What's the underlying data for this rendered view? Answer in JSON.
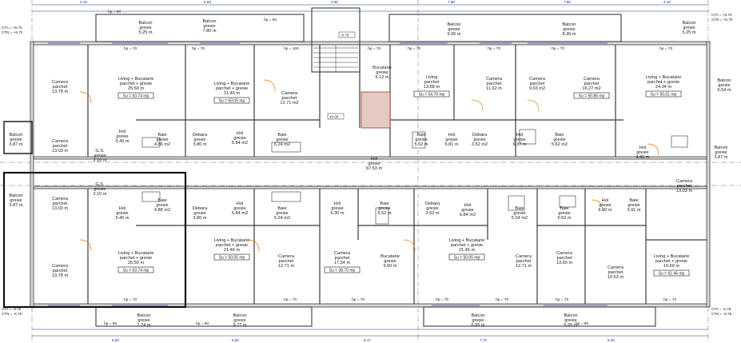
{
  "plan": {
    "cta_labels": [
      {
        "text": "CTA = +6.70",
        "id": "cta-tl-1"
      },
      {
        "text": "CTN = +6.70",
        "id": "cta-tl-2"
      },
      {
        "text": "CTA = +6.70",
        "id": "cta-tr-1"
      },
      {
        "text": "CTN = +6.70",
        "id": "cta-tr-2"
      },
      {
        "text": "CTA = -6.78",
        "id": "cta-bl-1"
      },
      {
        "text": "CTN = -6.78",
        "id": "cta-bl-2"
      },
      {
        "text": "CTA = -6.78",
        "id": "cta-br-1"
      },
      {
        "text": "CTN = -6.78",
        "id": "cta-br-2"
      }
    ],
    "elevation_marks": [
      "-0.70",
      "±0.00"
    ],
    "top_dims": [
      "4.10",
      "5.60",
      "3.60",
      "7.80",
      "7.60",
      "4.10"
    ],
    "bottom_dims": [
      "5.60",
      "6.60",
      "6.17",
      "7.76",
      "5.40"
    ],
    "rooms": [
      {
        "id": "balcon-top-1",
        "lines": [
          "Balcon",
          "gresie",
          "5.25 m"
        ]
      },
      {
        "id": "balcon-top-2",
        "lines": [
          "Balcon",
          "gresie",
          "7.80 m"
        ]
      },
      {
        "id": "balcon-top-3",
        "lines": [
          "Balcon",
          "gresie",
          "9.95 m"
        ]
      },
      {
        "id": "balcon-top-4",
        "lines": [
          "Balcon",
          "gresie",
          "8.36 m"
        ]
      },
      {
        "id": "balcon-top-5",
        "lines": [
          "Balcon",
          "gresie",
          "5.25 m"
        ]
      },
      {
        "id": "camera-tl",
        "lines": [
          "Camera",
          "parchet",
          "13.78 m"
        ]
      },
      {
        "id": "living-tl",
        "lines": [
          "Living + Bucatarie",
          "parchet + gresie",
          "25.50 m"
        ],
        "su": "Su = 63.74 mp"
      },
      {
        "id": "living-t2",
        "lines": [
          "Living + Bucatarie",
          "parchet + gresie",
          "21.46 m"
        ],
        "su": "Su = 50.05 mp"
      },
      {
        "id": "camera-t2",
        "lines": [
          "Camera",
          "parchet",
          "12.71 m2"
        ]
      },
      {
        "id": "bucatarie-t",
        "lines": [
          "Bucatarie",
          "gresie",
          "5.12 m"
        ]
      },
      {
        "id": "living-t3",
        "lines": [
          "Living",
          "parchet",
          "13.68 m"
        ],
        "su": "Su = 54.70 mp"
      },
      {
        "id": "camera-t3",
        "lines": [
          "Camera",
          "parchet",
          "11.62 m"
        ]
      },
      {
        "id": "camera-t4",
        "lines": [
          "Camera",
          "parchet",
          "9.03 m2"
        ]
      },
      {
        "id": "camera-t5",
        "lines": [
          "Camera",
          "parchet",
          "16.27 m2"
        ],
        "su": "Su = 50.86 mp"
      },
      {
        "id": "living-tr",
        "lines": [
          "Living + Bucatarie",
          "parchet + gresie",
          "24.34 m"
        ],
        "su": "Su = 50.01 mp"
      },
      {
        "id": "balcon-tr",
        "lines": [
          "Balcon",
          "gresie",
          "6.54 m"
        ]
      },
      {
        "id": "camera-l",
        "lines": [
          "Camera",
          "parchet",
          "13.03 m"
        ]
      },
      {
        "id": "balcon-l",
        "lines": [
          "Balcon",
          "gresie",
          "3.87 m"
        ]
      },
      {
        "id": "hol-t1",
        "lines": [
          "Hol",
          "gresie",
          "5.45 m"
        ]
      },
      {
        "id": "gs-t",
        "lines": [
          "G.S.",
          "gresie",
          "2.10 m"
        ]
      },
      {
        "id": "baie-t1",
        "lines": [
          "Baie",
          "gresie",
          "4.86 m2"
        ]
      },
      {
        "id": "debara-t",
        "lines": [
          "Debara",
          "gresie",
          "3.80 m"
        ]
      },
      {
        "id": "hol-t2",
        "lines": [
          "Hol",
          "gresie",
          "6.84 m2"
        ]
      },
      {
        "id": "baie-t2",
        "lines": [
          "Baie",
          "gresie",
          "5.24 m2"
        ]
      },
      {
        "id": "hol-central",
        "lines": [
          "Hol",
          "gresie",
          "67.53 m"
        ]
      },
      {
        "id": "baie-t3",
        "lines": [
          "Baie",
          "gresie",
          "5.52 m"
        ]
      },
      {
        "id": "hol-t3",
        "lines": [
          "Hol",
          "gresie",
          "5.81 m"
        ]
      },
      {
        "id": "debara-t2",
        "lines": [
          "Debara",
          "gresie",
          "3.52 m2"
        ]
      },
      {
        "id": "hol-t4",
        "lines": [
          "Hol",
          "gresie",
          "6.37 m"
        ]
      },
      {
        "id": "baie-t4",
        "lines": [
          "Baie",
          "gresie",
          "5.62 m2"
        ]
      },
      {
        "id": "hol-r",
        "lines": [
          "Hol",
          "gresie",
          "4.45 m"
        ]
      },
      {
        "id": "balcon-r",
        "lines": [
          "Balcon",
          "gresie",
          "3.87 m"
        ]
      },
      {
        "id": "camera-r",
        "lines": [
          "Camera",
          "parchet",
          "13.03 m"
        ]
      },
      {
        "id": "balcon-ml",
        "lines": [
          "Balcon",
          "gresie",
          "3.87 m"
        ]
      },
      {
        "id": "camera-ml",
        "lines": [
          "Camera",
          "parchet",
          "13.03 m"
        ]
      },
      {
        "id": "gs-b",
        "lines": [
          "G.S.",
          "gresie",
          "2.10 m"
        ]
      },
      {
        "id": "hol-b1",
        "lines": [
          "Hol",
          "gresie",
          "5.45 m"
        ]
      },
      {
        "id": "baie-b1",
        "lines": [
          "Baie",
          "gresie",
          "4.88 m2"
        ]
      },
      {
        "id": "debara-b1",
        "lines": [
          "Debara",
          "gresie",
          "3.80 m"
        ]
      },
      {
        "id": "hol-b2",
        "lines": [
          "Hol",
          "gresie",
          "6.84 m2"
        ]
      },
      {
        "id": "baie-b2",
        "lines": [
          "Baie",
          "gresie",
          "5.24 m2"
        ]
      },
      {
        "id": "hol-b3",
        "lines": [
          "Hol",
          "gresie",
          "6.30 m"
        ]
      },
      {
        "id": "baie-b3",
        "lines": [
          "Baie",
          "gresie",
          "5.52 m"
        ]
      },
      {
        "id": "debara-b2",
        "lines": [
          "Debara",
          "gresie",
          "3.52 m"
        ]
      },
      {
        "id": "hol-b4",
        "lines": [
          "Hol",
          "gresie",
          "6.84 m2"
        ]
      },
      {
        "id": "baie-b4",
        "lines": [
          "Baie",
          "gresie",
          "5.24 m2"
        ]
      },
      {
        "id": "baie-b5",
        "lines": [
          "Baie",
          "gresie",
          "5.62 m"
        ]
      },
      {
        "id": "hol-b5",
        "lines": [
          "Hol",
          "gresie",
          "6.90 m"
        ]
      },
      {
        "id": "baie-b6",
        "lines": [
          "Baie",
          "gresie",
          "3.91 m"
        ]
      },
      {
        "id": "camera-bl",
        "lines": [
          "Camera",
          "parchet",
          "13.78 m"
        ]
      },
      {
        "id": "living-bl",
        "lines": [
          "Living + Bucatarie",
          "parchet + gresie",
          "25.50 m"
        ],
        "su": "Su = 63.74 mp"
      },
      {
        "id": "living-b2",
        "lines": [
          "Living + Bucatarie",
          "parchet + gresie",
          "21.46 m"
        ],
        "su": "Su = 50.05 mp"
      },
      {
        "id": "camera-b2",
        "lines": [
          "Camera",
          "parchet",
          "12.71 m"
        ]
      },
      {
        "id": "camera-b3",
        "lines": [
          "Camera",
          "parchet",
          "17.34 m"
        ],
        "su": "Su = 38.70 mp"
      },
      {
        "id": "bucatarie-b",
        "lines": [
          "Bucatarie",
          "gresie",
          "9.60 m"
        ]
      },
      {
        "id": "living-b3",
        "lines": [
          "Living + Bucatarie",
          "parchet + gresie",
          "21.46 m"
        ],
        "su": "Su = 50.05 mp"
      },
      {
        "id": "camera-b4",
        "lines": [
          "Camera",
          "parchet",
          "12.71 m"
        ]
      },
      {
        "id": "camera-b5",
        "lines": [
          "Camera",
          "parchet",
          "13.60 m"
        ]
      },
      {
        "id": "camera-b6",
        "lines": [
          "Camera",
          "parchet",
          "10.53 m"
        ]
      },
      {
        "id": "living-br",
        "lines": [
          "Living + Bucatarie",
          "parchet + gresie",
          "19.69 m"
        ],
        "su": "Su = 61.46 mp"
      },
      {
        "id": "balcon-b1",
        "lines": [
          "Balcon",
          "gresie",
          "7.24 m"
        ]
      },
      {
        "id": "balcon-b2",
        "lines": [
          "Balcon",
          "gresie",
          "9.77 m"
        ]
      },
      {
        "id": "balcon-b3",
        "lines": [
          "Balcon",
          "gresie",
          "6.95 m"
        ]
      },
      {
        "id": "balcon-b4",
        "lines": [
          "Balcon",
          "gresie",
          "6.95 m"
        ]
      }
    ],
    "hp_labels": [
      "hp = 90",
      "hp = 90",
      "hp = 70",
      "hp = 70",
      "hp = 100",
      "hp = 70",
      "hp = 70",
      "hp = 70",
      "hp = 70",
      "hp = 70",
      "hp = 70",
      "hp = 70",
      "hp = 90",
      "hp = 90",
      "hp = 70",
      "hp = 70",
      "hp = 70",
      "hp = 70",
      "hp = 70",
      "hp = 90"
    ]
  }
}
